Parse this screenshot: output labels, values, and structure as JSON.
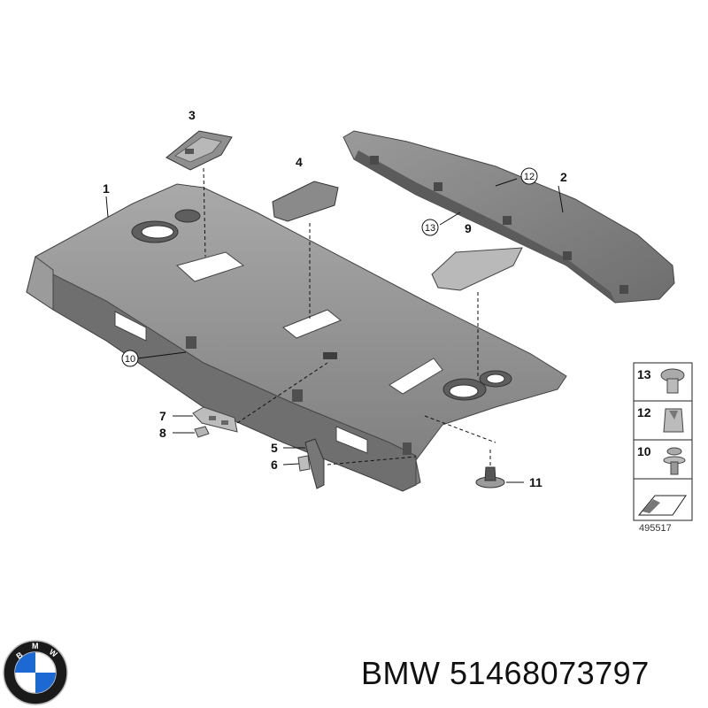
{
  "callouts": {
    "p1": "1",
    "p2": "2",
    "p3": "3",
    "p4": "4",
    "p5": "5",
    "p6": "6",
    "p7": "7",
    "p8": "8",
    "p9": "9",
    "p10": "10",
    "p11": "11",
    "p12": "12",
    "p13": "13"
  },
  "legend": {
    "items": [
      "13",
      "12",
      "10"
    ],
    "diagram_id": "495517"
  },
  "logo": {
    "letters": "BMW",
    "colors": {
      "ring": "#000000",
      "blue": "#1c69d4",
      "white": "#ffffff"
    }
  },
  "caption": {
    "brand": "BMW",
    "part_number": "51468073797",
    "text": "BMW 51468073797"
  },
  "colors": {
    "part_fill": "#8e8e8e",
    "part_dark": "#5a5a5a",
    "part_light": "#b5b5b5",
    "line": "#111111"
  }
}
